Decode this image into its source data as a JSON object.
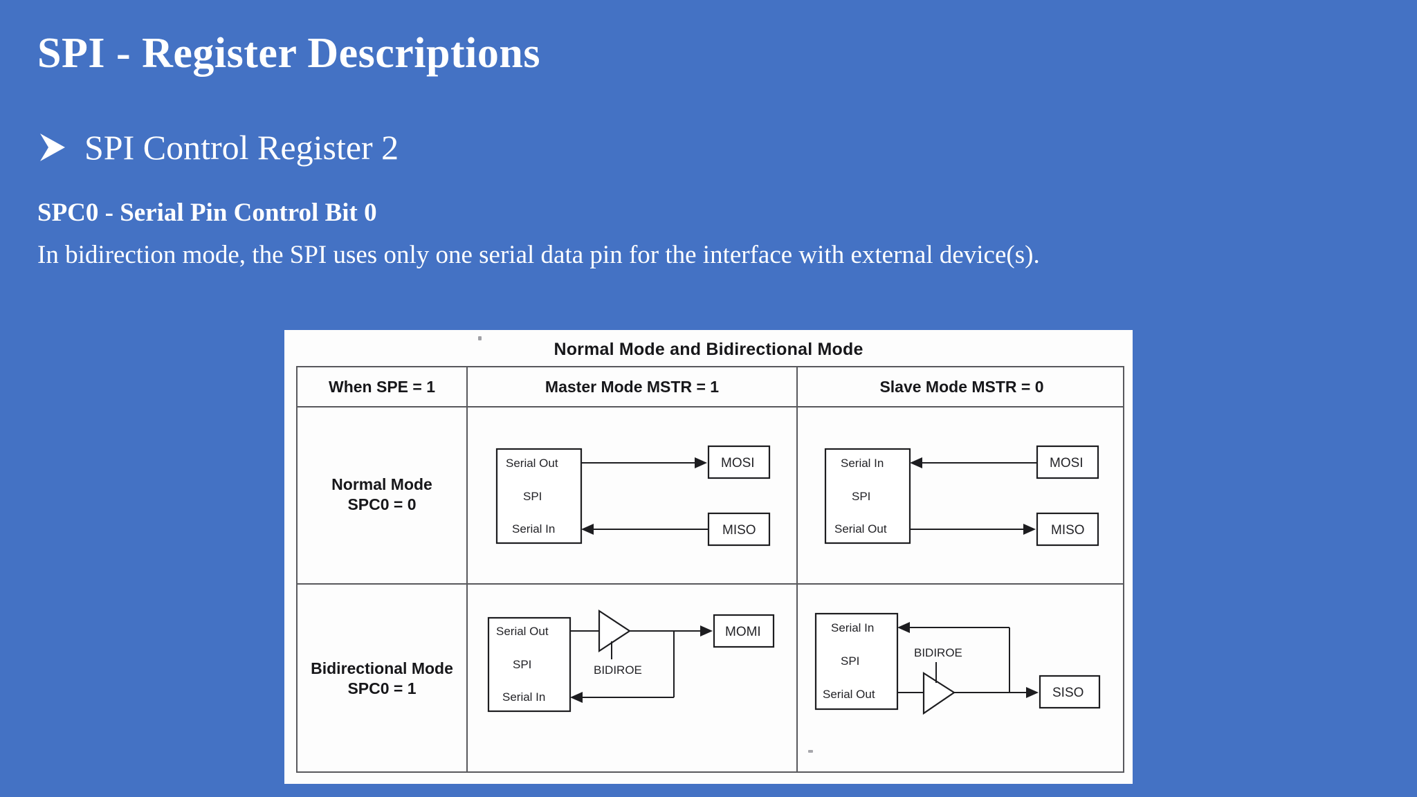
{
  "slide": {
    "title": "SPI - Register Descriptions",
    "bullet_icon": "arrow-bullet-icon",
    "bullet_text": "SPI Control Register 2",
    "subheading": "SPC0 - Serial Pin Control Bit 0",
    "body": "In bidirection mode, the SPI uses only one serial data pin for the interface with external device(s).",
    "background_color": "#4472C4",
    "text_color": "#FFFFFF"
  },
  "figure": {
    "title": "Normal Mode and Bidirectional Mode",
    "headers": [
      "When SPE = 1",
      "Master Mode MSTR = 1",
      "Slave Mode MSTR = 0"
    ],
    "row_labels": [
      {
        "line1": "Normal Mode",
        "line2": "SPC0 = 0"
      },
      {
        "line1": "Bidirectional Mode",
        "line2": "SPC0 = 1"
      }
    ],
    "cells": {
      "master_normal": {
        "block": "SPI",
        "pin_top": "Serial Out",
        "pin_bottom": "Serial In",
        "signal_top": "MOSI",
        "signal_bottom": "MISO",
        "top_direction": "out",
        "bottom_direction": "in",
        "buffer": null
      },
      "slave_normal": {
        "block": "SPI",
        "pin_top": "Serial In",
        "pin_bottom": "Serial Out",
        "signal_top": "MOSI",
        "signal_bottom": "MISO",
        "top_direction": "in",
        "bottom_direction": "out",
        "buffer": null
      },
      "master_bidirectional": {
        "block": "SPI",
        "pin_top": "Serial Out",
        "pin_bottom": "Serial In",
        "signal": "MOMI",
        "buffer": "BIDIROE"
      },
      "slave_bidirectional": {
        "block": "SPI",
        "pin_top": "Serial In",
        "pin_bottom": "Serial Out",
        "signal": "SISO",
        "buffer": "BIDIROE"
      }
    }
  }
}
